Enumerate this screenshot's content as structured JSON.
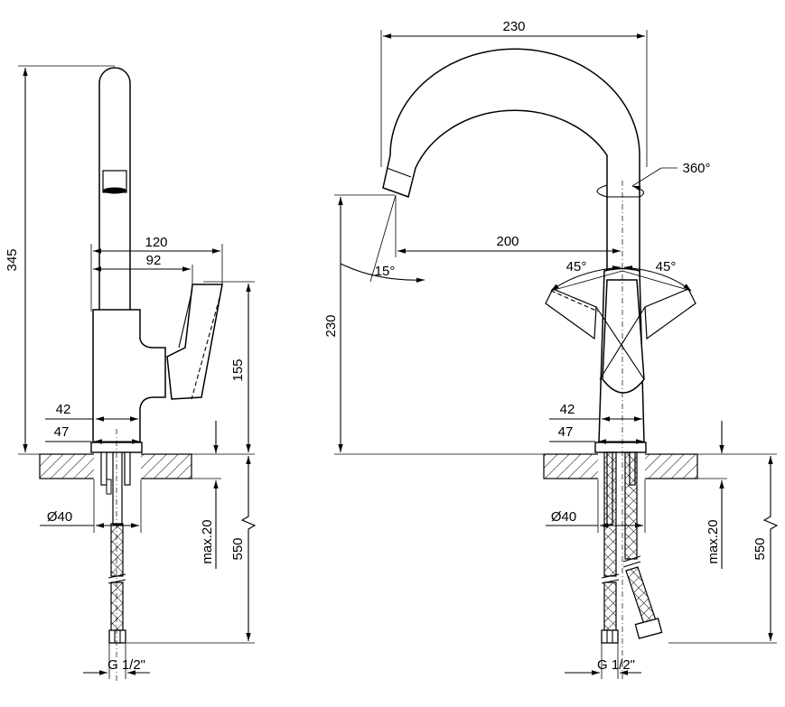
{
  "side_view": {
    "height_total": "345",
    "depth_total": "120",
    "depth_body": "92",
    "body_height": "155",
    "base_42": "42",
    "base_47": "47",
    "hole_diameter": "Ø40",
    "max_thickness": "max.20",
    "hose_length": "550",
    "thread": "G 1/2\""
  },
  "front_view": {
    "width_total": "230",
    "spout_height": "230",
    "spout_reach": "200",
    "rotation": "360°",
    "angle_spout": "15°",
    "lever_left": "45°",
    "lever_right": "45°",
    "base_42": "42",
    "base_47": "47",
    "hole_diameter": "Ø40",
    "max_thickness": "max.20",
    "hose_length": "550",
    "thread": "G 1/2\""
  }
}
